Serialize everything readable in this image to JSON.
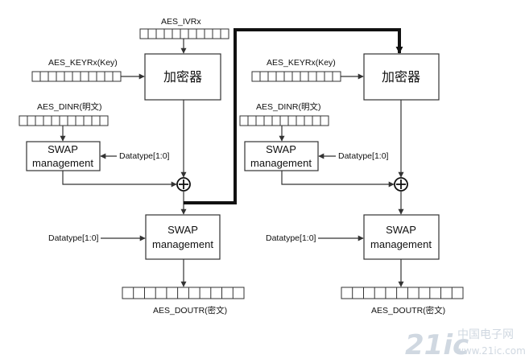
{
  "stage1": {
    "iv_label": "AES_IVRx",
    "key_label": "AES_KEYRx(Key)",
    "encryptor_label": "加密器",
    "din_label": "AES_DINR(明文)",
    "swap_in": {
      "line1": "SWAP",
      "line2": "management"
    },
    "datatype_in_label": "Datatype[1:0]",
    "datatype_out_label": "Datatype[1:0]",
    "swap_out": {
      "line1": "SWAP",
      "line2": "management"
    },
    "dout_label": "AES_DOUTR(密文)"
  },
  "stage2": {
    "key_label": "AES_KEYRx(Key)",
    "encryptor_label": "加密器",
    "din_label": "AES_DINR(明文)",
    "swap_in": {
      "line1": "SWAP",
      "line2": "management"
    },
    "datatype_in_label": "Datatype[1:0]",
    "datatype_out_label": "Datatype[1:0]",
    "swap_out": {
      "line1": "SWAP",
      "line2": "management"
    },
    "dout_label": "AES_DOUTR(密文)"
  },
  "watermark": {
    "logo": "21ic",
    "text": "中国电子网",
    "url": "www.21ic.com"
  }
}
